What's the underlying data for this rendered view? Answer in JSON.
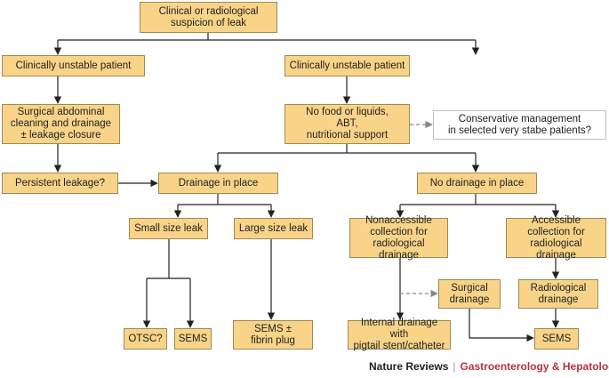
{
  "colors": {
    "box_fill": "#f9d488",
    "box_border": "#9e8a55",
    "plain_fill": "#ffffff",
    "arrow": "#222222",
    "dashed_arrow": "#888888",
    "footer_accent": "#b5343f"
  },
  "nodes": {
    "suspicion": "Clinical or radiological\nsuspicion of leak",
    "unstable_left": "Clinically unstable patient",
    "unstable_right": "Clinically unstable patient",
    "surgical_cleaning": "Surgical abdominal\ncleaning and drainage\n± leakage closure",
    "no_food": "No food or liquids,\nABT,\nnutritional support",
    "conservative": "Conservative management\nin selected very stabe patients?",
    "persistent": "Persistent leakage?",
    "drainage_in_place": "Drainage in place",
    "no_drainage": "No drainage in place",
    "small_leak": "Small size leak",
    "large_leak": "Large size leak",
    "nonaccessible": "Nonaccessible\ncollection for\nradiological drainage",
    "accessible": "Accessible\ncollection for\nradiological drainage",
    "surgical_drainage": "Surgical\ndrainage",
    "radiological_drainage": "Radiological\ndrainage",
    "otsc": "OTSC?",
    "sems_small": "SEMS",
    "sems_fibrin": "SEMS ±\nfibrin plug",
    "internal_drainage": "Internal drainage with\npigtail stent/catheter",
    "sems_final": "SEMS"
  },
  "footer": {
    "journal": "Nature Reviews",
    "separator": "|",
    "section": "Gastroenterology & Hepatology"
  }
}
